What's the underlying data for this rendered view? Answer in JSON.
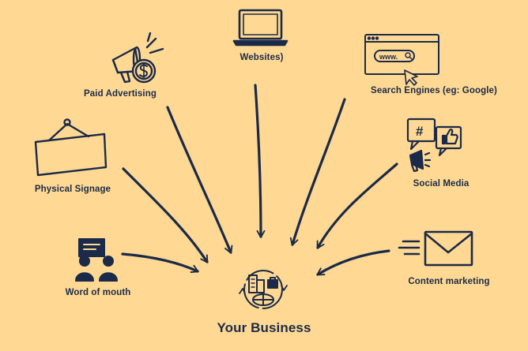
{
  "diagram": {
    "sources": [
      {
        "id": "websites",
        "label": "Websites)",
        "icon": "laptop-icon"
      },
      {
        "id": "paid",
        "label": "Paid Advertising",
        "icon": "megaphone-dollar-icon"
      },
      {
        "id": "search",
        "label": "Search Engines (eg: Google)",
        "icon": "browser-search-icon"
      },
      {
        "id": "signage",
        "label": "Physical Signage",
        "icon": "hanging-sign-icon"
      },
      {
        "id": "social",
        "label": "Social Media",
        "icon": "social-media-icon"
      },
      {
        "id": "word",
        "label": "Word of mouth",
        "icon": "people-talking-icon"
      },
      {
        "id": "content",
        "label": "Content marketing",
        "icon": "envelope-icon"
      }
    ],
    "target": {
      "label": "Your Business",
      "icon": "business-globe-icon"
    },
    "search_box_text": "www.",
    "hashtag": "#"
  },
  "colors": {
    "background": "#ffd993",
    "ink": "#1b2a48"
  }
}
